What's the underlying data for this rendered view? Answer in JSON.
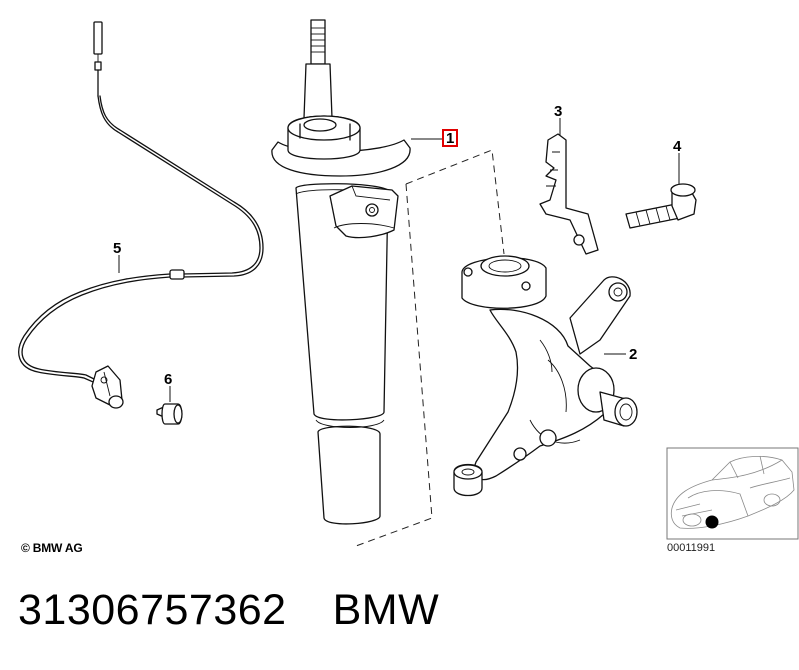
{
  "callouts": {
    "c1": "1",
    "c2": "2",
    "c3": "3",
    "c4": "4",
    "c5": "5",
    "c6": "6"
  },
  "copyright": "© BMW AG",
  "reference_code": "00011991",
  "part_number": "31306757362",
  "brand": "BMW",
  "colors": {
    "highlight_box": "#e00000",
    "ink": "#111111",
    "background": "#ffffff"
  }
}
